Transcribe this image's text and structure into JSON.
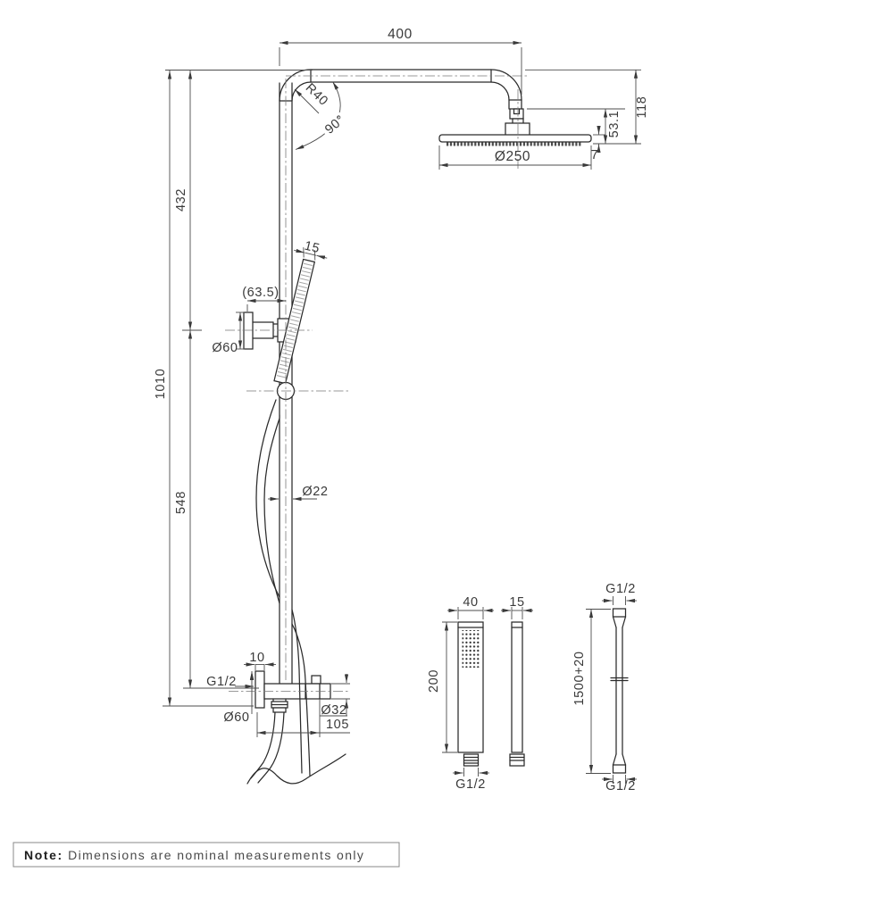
{
  "drawing": {
    "main": {
      "dim_arm_length": "400",
      "dim_bend_radius": "R40",
      "dim_bend_angle": "90°",
      "dim_head_drop": "118",
      "dim_head_assembly_height": "53.1",
      "dim_head_thickness": "7",
      "dim_head_diameter": "Ø250",
      "dim_upper_riser": "432",
      "dim_overall_height": "1010",
      "dim_lower_riser": "548",
      "dim_handset_width": "15",
      "dim_bracket_offset": "(63.5)",
      "dim_bracket_flange": "Ø60",
      "dim_riser_diameter": "Ø22",
      "dim_flange_depth": "10",
      "dim_inlet_thread": "G1/2",
      "dim_valve_flange": "Ø60",
      "dim_valve_body": "Ø32",
      "dim_valve_length": "105"
    },
    "handset_detail": {
      "dim_width": "40",
      "dim_depth": "15",
      "dim_length": "200",
      "dim_thread": "G1/2"
    },
    "hose_detail": {
      "dim_thread_top": "G1/2",
      "dim_length": "1500+20",
      "dim_thread_bottom": "G1/2"
    },
    "note": {
      "label": "Note:",
      "text": " Dimensions are nominal measurements only"
    }
  }
}
